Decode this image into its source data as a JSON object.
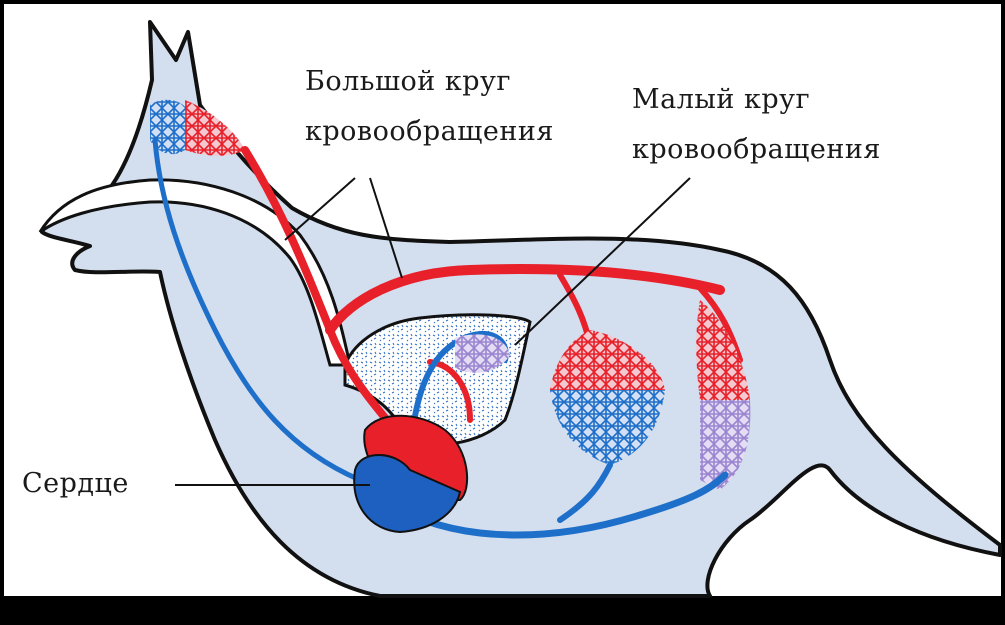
{
  "labels": {
    "systemic_line1": "Большой круг",
    "systemic_line2": "кровообращения",
    "pulmonary_line1": "Малый круг",
    "pulmonary_line2": "кровообращения",
    "heart": "Сердце"
  },
  "colors": {
    "frame": "#000000",
    "background": "#ffffff",
    "body_fill": "#d3deee",
    "outline": "#111111",
    "arterial": "#e8202a",
    "venous": "#1e6fc9",
    "mixed": "#9a86d0",
    "heart_right": "#1e60c0",
    "lung_fill": "#ffffff"
  }
}
